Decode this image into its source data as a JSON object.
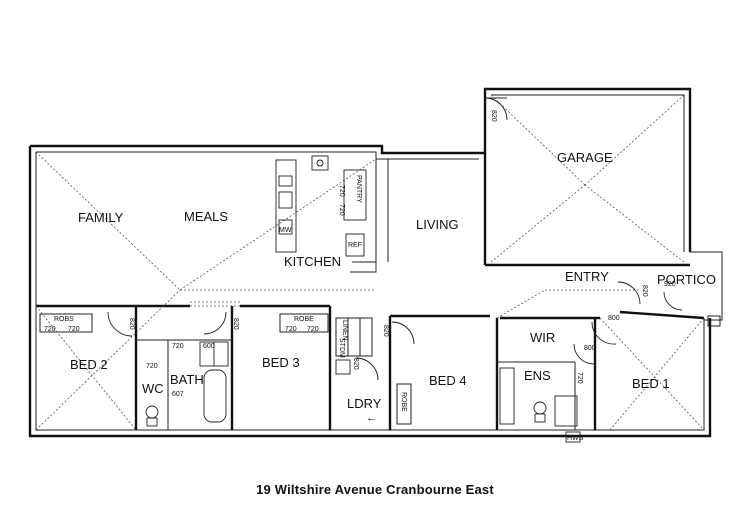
{
  "rooms": {
    "family": "FAMILY",
    "meals": "MEALS",
    "kitchen": "KITCHEN",
    "living": "LIVING",
    "garage": "GARAGE",
    "entry": "ENTRY",
    "portico": "PORTICO",
    "bed2": "BED 2",
    "bed3": "BED 3",
    "bed4": "BED 4",
    "bed1": "BED 1",
    "wc": "WC",
    "bath": "BATH",
    "ldry": "LDRY",
    "wir": "WIR",
    "ens": "ENS"
  },
  "fixtures": {
    "pantry": "PANTRY",
    "ref": "REF",
    "mw": "MW",
    "robe": "ROBE",
    "robs": "ROBS",
    "linen": "LINEN",
    "stdm": "STDM",
    "hws": "HWS",
    "arrow": "←"
  },
  "dimensions": {
    "d720": "720",
    "d820": "820",
    "d800": "800",
    "d600": "600",
    "d607": "607",
    "d920": "920"
  },
  "caption": "19 Wiltshire Avenue Cranbourne East"
}
